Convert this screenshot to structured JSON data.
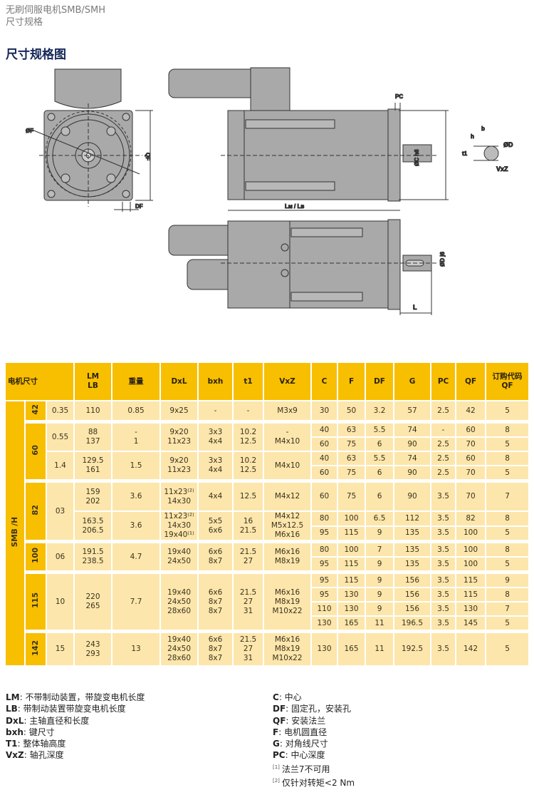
{
  "header": {
    "line1": "无刷伺服电机SMB/SMH",
    "line2": "尺寸规格"
  },
  "section_title": "尺寸规格图",
  "drawing_labels": {
    "phi_f": "ØF",
    "qf": "QF",
    "df": "DF",
    "pc": "PC",
    "phi_c": "ØC h6",
    "lm_lb": "Lм / Lв",
    "b": "b",
    "h": "h",
    "t1": "t1",
    "phi_d": "ØD",
    "vxz": "VxZ",
    "phi_d_j6": "ØD j6",
    "l": "L"
  },
  "colors": {
    "header_yellow": "#f8be00",
    "cell_cream": "#fde6ab",
    "heading_navy": "#16285a",
    "drawing_gray": "#a9a9a9"
  },
  "table": {
    "headers": [
      "电机尺寸",
      "LM\nLB",
      "重量",
      "DxL",
      "bxh",
      "t1",
      "VxZ",
      "C",
      "F",
      "DF",
      "G",
      "PC",
      "QF",
      "订购代码\nQF"
    ],
    "rows": [
      [
        {
          "v": "SMB /H",
          "rs": 15,
          "cls": "series"
        },
        {
          "v": "42",
          "cls": "size"
        },
        "0.35",
        "110",
        "0.85",
        "9x25",
        "-",
        "-",
        "M3x9",
        "30",
        "50",
        "3.2",
        "57",
        "2.5",
        "42",
        "5"
      ],
      [
        {
          "v": "60",
          "rs": 4,
          "cls": "size"
        },
        {
          "v": "0.55",
          "rs": 2
        },
        {
          "v": "88\n137",
          "rs": 2
        },
        {
          "v": "-\n1",
          "rs": 2
        },
        {
          "v": "9x20\n11x23",
          "rs": 2
        },
        {
          "v": "3x3\n4x4",
          "rs": 2
        },
        {
          "v": "10.2\n12.5",
          "rs": 2
        },
        {
          "v": "-\nM4x10",
          "rs": 2
        },
        "40",
        "63",
        "5.5",
        "74",
        "-",
        "60",
        "8"
      ],
      [
        "60",
        "75",
        "6",
        "90",
        "2.5",
        "70",
        "5"
      ],
      [
        {
          "v": "1.4",
          "rs": 2
        },
        {
          "v": "129.5\n161",
          "rs": 2
        },
        {
          "v": "1.5",
          "rs": 2
        },
        {
          "v": "9x20\n11x23",
          "rs": 2
        },
        {
          "v": "3x3\n4x4",
          "rs": 2
        },
        {
          "v": "10.2\n12.5",
          "rs": 2
        },
        {
          "v": "M4x10",
          "rs": 2
        },
        "40",
        "63",
        "5.5",
        "74",
        "2.5",
        "60",
        "8"
      ],
      [
        "60",
        "75",
        "6",
        "90",
        "2.5",
        "70",
        "5"
      ],
      [
        {
          "v": "82",
          "rs": 3,
          "cls": "size"
        },
        {
          "v": "03",
          "rs": 3
        },
        "159\n202",
        "3.6",
        "11x23⁽²⁾\n14x30",
        "4x4",
        "12.5",
        "M4x12",
        "60",
        "75",
        "6",
        "90",
        "3.5",
        "70",
        "7"
      ],
      [
        {
          "v": "163.5\n206.5",
          "rs": 2
        },
        {
          "v": "3.6",
          "rs": 2
        },
        {
          "v": "11x23⁽²⁾\n14x30\n19x40⁽¹⁾",
          "rs": 2
        },
        {
          "v": "5x5\n6x6",
          "rs": 2
        },
        {
          "v": "16\n21.5",
          "rs": 2
        },
        {
          "v": "M4x12\nM5x12.5\nM6x16",
          "rs": 2
        },
        "80",
        "100",
        "6.5",
        "112",
        "3.5",
        "82",
        "8"
      ],
      [
        "95",
        "115",
        "9",
        "135",
        "3.5",
        "100",
        "5"
      ],
      [
        {
          "v": "100",
          "rs": 2,
          "cls": "size"
        },
        {
          "v": "06",
          "rs": 2
        },
        {
          "v": "191.5\n238.5",
          "rs": 2
        },
        {
          "v": "4.7",
          "rs": 2
        },
        {
          "v": "19x40\n24x50",
          "rs": 2
        },
        {
          "v": "6x6\n8x7",
          "rs": 2
        },
        {
          "v": "21.5\n27",
          "rs": 2
        },
        {
          "v": "M6x16\nM8x19",
          "rs": 2
        },
        "80",
        "100",
        "7",
        "135",
        "3.5",
        "100",
        "8"
      ],
      [
        "95",
        "115",
        "9",
        "135",
        "3.5",
        "100",
        "5"
      ],
      [
        {
          "v": "115",
          "rs": 4,
          "cls": "size"
        },
        {
          "v": "10",
          "rs": 4
        },
        {
          "v": "220\n265",
          "rs": 4
        },
        {
          "v": "7.7",
          "rs": 4
        },
        {
          "v": "19x40\n24x50\n28x60",
          "rs": 4
        },
        {
          "v": "6x6\n8x7\n8x7",
          "rs": 4
        },
        {
          "v": "21.5\n27\n31",
          "rs": 4
        },
        {
          "v": "M6x16\nM8x19\nM10x22",
          "rs": 4
        },
        "95",
        "115",
        "9",
        "156",
        "3.5",
        "115",
        "9"
      ],
      [
        "95",
        "130",
        "9",
        "156",
        "3.5",
        "115",
        "8"
      ],
      [
        "110",
        "130",
        "9",
        "156",
        "3.5",
        "130",
        "7"
      ],
      [
        "130",
        "165",
        "11",
        "196.5",
        "3.5",
        "145",
        "5"
      ],
      [
        {
          "v": "142",
          "cls": "size"
        },
        "15",
        "243\n293",
        "13",
        "19x40\n24x50\n28x60",
        "6x6\n8x7\n8x7",
        "21.5\n27\n31",
        "M6x16\nM8x19\nM10x22",
        "130",
        "165",
        "11",
        "192.5",
        "3.5",
        "142",
        "5"
      ]
    ]
  },
  "legend_left": [
    {
      "k": "LM",
      "v": "不带制动装置，带旋变电机长度"
    },
    {
      "k": "LB",
      "v": "带制动装置带旋变电机长度"
    },
    {
      "k": "DxL",
      "v": "主轴直径和长度"
    },
    {
      "k": "bxh",
      "v": "键尺寸"
    },
    {
      "k": "T1",
      "v": "整体轴高度"
    },
    {
      "k": "VxZ",
      "v": "轴孔深度"
    }
  ],
  "legend_right": [
    {
      "k": "C",
      "v": "中心"
    },
    {
      "k": "DF",
      "v": "固定孔，安装孔"
    },
    {
      "k": "QF",
      "v": "安装法兰"
    },
    {
      "k": "F",
      "v": "电机圆直径"
    },
    {
      "k": "G",
      "v": "对角线尺寸"
    },
    {
      "k": "PC",
      "v": "中心深度"
    }
  ],
  "footnotes": [
    {
      "mark": "[1]",
      "v": "法兰7不可用"
    },
    {
      "mark": "[2]",
      "v": "仅针对转矩<2 Nm"
    }
  ]
}
